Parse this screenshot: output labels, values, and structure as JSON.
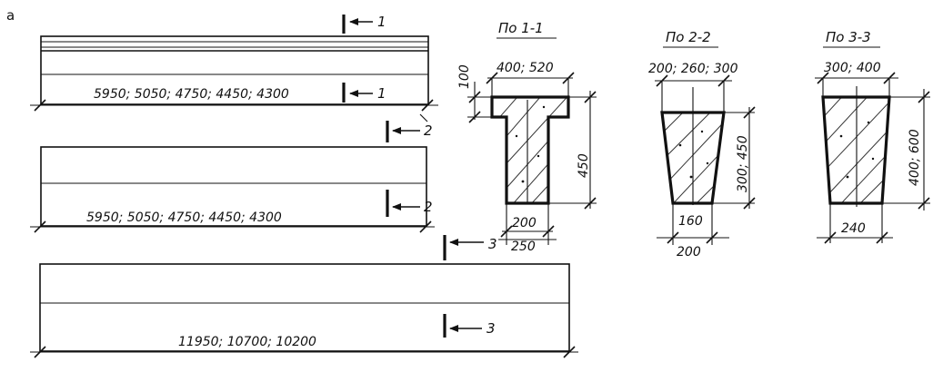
{
  "figure_letter": "а",
  "beams": {
    "beam1": {
      "length_label": "5950; 5050; 4750; 4450; 4300",
      "section_mark": "1"
    },
    "beam2": {
      "length_label": "5950; 5050; 4750; 4450; 4300",
      "section_mark": "2"
    },
    "beam3": {
      "length_label": "11950; 10700;  10200",
      "section_mark": "3"
    }
  },
  "sections": {
    "s1": {
      "title": "По 1-1",
      "top_width": "400; 520",
      "flange_height": "100",
      "height": "450",
      "web_width": "200",
      "bottom_width": "250"
    },
    "s2": {
      "title": "По 2-2",
      "top_width": "200; 260; 300",
      "height": "300; 450",
      "bottom_width_inner": "160",
      "bottom_width": "200"
    },
    "s3": {
      "title": "По 3-3",
      "top_width": "300; 400",
      "height": "400; 600",
      "bottom_width": "240"
    }
  }
}
